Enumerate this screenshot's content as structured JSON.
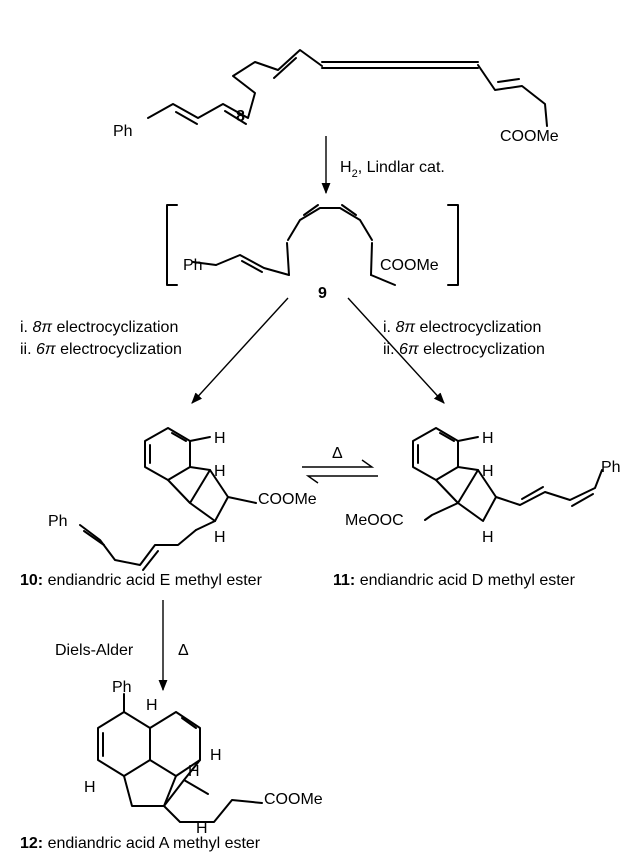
{
  "compounds": {
    "c8": {
      "number": "8",
      "group_left": "Ph",
      "group_right": "COOMe"
    },
    "c9": {
      "number": "9",
      "group_left": "Ph",
      "group_right": "COOMe"
    },
    "c10": {
      "number": "10:",
      "name": " endiandric acid E methyl ester",
      "group_ph": "Ph",
      "group_ester": "COOMe",
      "h1": "H",
      "h2": "H",
      "h3": "H"
    },
    "c11": {
      "number": "11:",
      "name": " endiandric acid D methyl ester",
      "group_ph": "Ph",
      "group_ester": "MeOOC",
      "h1": "H",
      "h2": "H",
      "h3": "H"
    },
    "c12": {
      "number": "12:",
      "name": " endiandric acid A methyl ester",
      "group_ph": "Ph",
      "group_ester": "COOMe",
      "h1": "H",
      "h2": "H",
      "h3": "H",
      "h4": "H",
      "h5": "H"
    }
  },
  "reactions": {
    "step1": {
      "reagent_main": "H",
      "reagent_sub": "2",
      "reagent_rest": ", Lindlar cat."
    },
    "left": {
      "line1_prefix": "i. ",
      "line1_em": "8π",
      "line1_rest": " electrocyclization",
      "line2_prefix": "ii. ",
      "line2_em": "6π",
      "line2_rest": " electrocyclization"
    },
    "right": {
      "line1_prefix": "i. ",
      "line1_em": "8π",
      "line1_rest": " electrocyclization",
      "line2_prefix": "ii. ",
      "line2_em": "6π",
      "line2_rest": " electrocyclization"
    },
    "equilibrium": {
      "label": "Δ"
    },
    "diels_alder": {
      "label": "Diels-Alder",
      "heat": "Δ"
    }
  }
}
